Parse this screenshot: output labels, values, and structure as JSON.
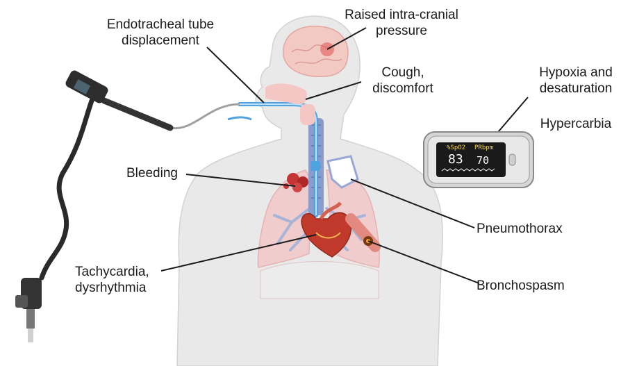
{
  "labels": {
    "ett_line1": "Endotracheal tube",
    "ett_line2": "displacement",
    "icp_line1": "Raised intra-cranial",
    "icp_line2": "pressure",
    "cough_line1": "Cough,",
    "cough_line2": "discomfort",
    "hypoxia_line1": "Hypoxia and",
    "hypoxia_line2": "desaturation",
    "hypercarbia": "Hypercarbia",
    "bleeding": "Bleeding",
    "pneumothorax": "Pneumothorax",
    "tachy_line1": "Tachycardia,",
    "tachy_line2": "dysrhythmia",
    "bronchospasm": "Bronchospasm"
  },
  "oximeter": {
    "spo2_label": "%SpO2",
    "pr_label": "PRbpm",
    "spo2_value": "83",
    "pr_value": "70"
  },
  "colors": {
    "body": "#e8e8e8",
    "body_outline": "#d0d0d0",
    "lung": "#f0c8c8",
    "brain": "#f3c9c4",
    "tube": "#58a8e0",
    "heart": "#c0392b",
    "label_text": "#1a1a1a",
    "leader_line": "#1a1a1a"
  }
}
